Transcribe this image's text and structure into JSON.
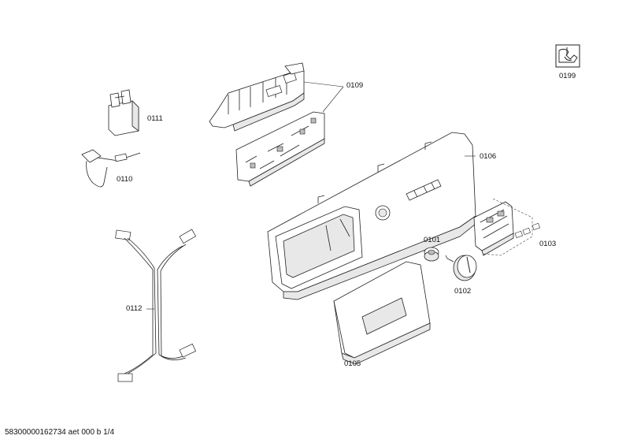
{
  "parts": [
    {
      "id": "p0199",
      "number": "0199",
      "description_icon": "service-wrench-icon"
    },
    {
      "id": "p0109",
      "number": "0109"
    },
    {
      "id": "p0111",
      "number": "0111"
    },
    {
      "id": "p0110",
      "number": "0110"
    },
    {
      "id": "p0106",
      "number": "0106"
    },
    {
      "id": "p0112",
      "number": "0112"
    },
    {
      "id": "p0101",
      "number": "0101"
    },
    {
      "id": "p0103",
      "number": "0103"
    },
    {
      "id": "p0102",
      "number": "0102"
    },
    {
      "id": "p0105",
      "number": "0105"
    }
  ],
  "footer": {
    "document_code": "58300000162734 aet 000 b 1/4"
  },
  "colors": {
    "line": "#222222",
    "background": "#ffffff",
    "shade": "#e8e8e8"
  }
}
